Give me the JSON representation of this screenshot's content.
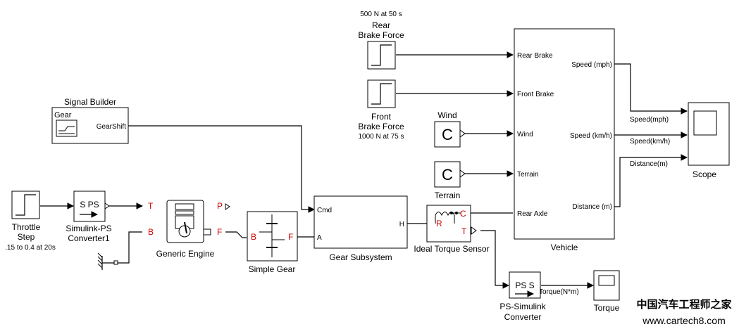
{
  "blocks": {
    "rear_brake": {
      "note": "500 N at 50 s",
      "label_1": "Rear",
      "label_2": "Brake Force"
    },
    "front_brake": {
      "label_1": "Front",
      "label_2": "Brake Force",
      "note": "1000 N at 75 s"
    },
    "wind": {
      "label": "Wind"
    },
    "terrain": {
      "label": "Terrain"
    },
    "signal_builder": {
      "label": "Signal Builder",
      "inner_label": "Gear",
      "output": "GearShift"
    },
    "throttle": {
      "label_1": "Throttle",
      "label_2": "Step",
      "note": ".15 to 0.4 at 20s"
    },
    "sps_converter": {
      "label_1": "Simulink-PS",
      "label_2": "Converter1",
      "icon_text": "S PS"
    },
    "engine": {
      "label": "Generic Engine",
      "port_t": "T",
      "port_b": "B",
      "port_p": "P",
      "port_f": "F"
    },
    "simple_gear": {
      "label": "Simple Gear",
      "port_b": "B",
      "port_f": "F"
    },
    "gear_subsystem": {
      "label": "Gear Subsystem",
      "port_cmd": "Cmd",
      "port_a": "A",
      "port_h": "H"
    },
    "torque_sensor": {
      "label": "Ideal Torque Sensor",
      "port_c": "C",
      "port_r": "R",
      "port_t": "T"
    },
    "vehicle": {
      "label": "Vehicle",
      "in_rear_brake": "Rear Brake",
      "in_front_brake": "Front Brake",
      "in_wind": "Wind",
      "in_terrain": "Terrain",
      "in_rear_axle": "Rear Axle",
      "out_speed_mph": "Speed (mph)",
      "out_speed_kmh": "Speed (km/h)",
      "out_distance": "Distance (m)"
    },
    "scope": {
      "label": "Scope"
    },
    "ps_sim": {
      "label_1": "PS-Simulink",
      "label_2": "Converter",
      "icon_text": "PS S"
    },
    "torque_scope": {
      "label": "Torque"
    }
  },
  "signals": {
    "speed_mph": "Speed(mph)",
    "speed_kmh": "Speed(km/h)",
    "distance": "Distance(m)",
    "torque": "Torque(N*m)"
  },
  "watermark": {
    "line_1": "中国汽车工程师之家",
    "line_2": "www.cartech8.com"
  },
  "colors": {
    "port_label": "#d00000",
    "line": "#000000",
    "background": "#ffffff"
  }
}
